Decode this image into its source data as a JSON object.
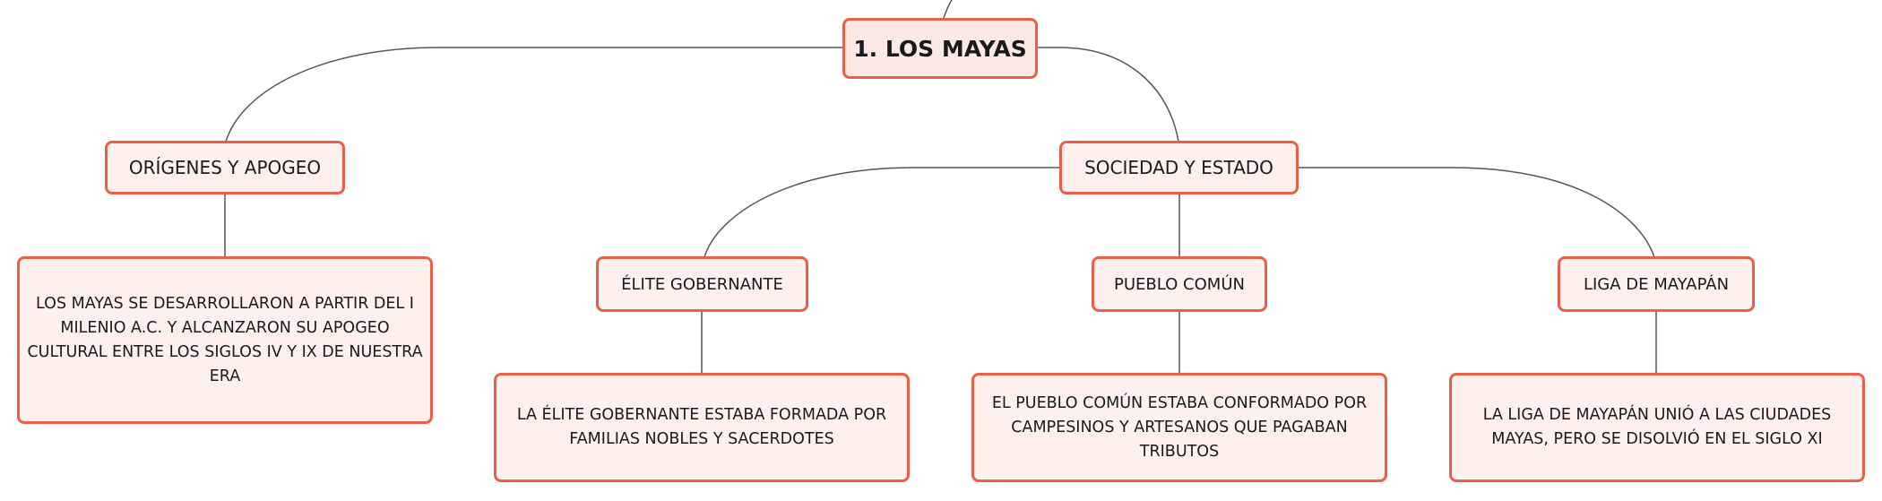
{
  "colors": {
    "border": "#e8604a",
    "fill": "#fef0ec",
    "connector": "#555555",
    "text": "#1a1a1a"
  },
  "diagram": {
    "root": {
      "label": "1. LOS MAYAS"
    },
    "branches": [
      {
        "label": "ORÍGENES Y APOGEO",
        "leaf": "LOS MAYAS SE DESARROLLARON A PARTIR DEL I MILENIO A.C. Y ALCANZARON SU APOGEO CULTURAL ENTRE LOS SIGLOS IV Y IX DE NUESTRA ERA"
      },
      {
        "label": "SOCIEDAD Y ESTADO",
        "children": [
          {
            "label": "ÉLITE GOBERNANTE",
            "leaf": "LA ÉLITE GOBERNANTE ESTABA FORMADA POR FAMILIAS NOBLES Y SACERDOTES"
          },
          {
            "label": "PUEBLO COMÚN",
            "leaf": "EL PUEBLO COMÚN ESTABA CONFORMADO POR CAMPESINOS Y ARTESANOS QUE PAGABAN TRIBUTOS"
          },
          {
            "label": "LIGA DE MAYAPÁN",
            "leaf": "LA LIGA DE MAYAPÁN UNIÓ A LAS CIUDADES MAYAS, PERO SE DISOLVIÓ EN EL SIGLO XI"
          }
        ]
      }
    ]
  }
}
